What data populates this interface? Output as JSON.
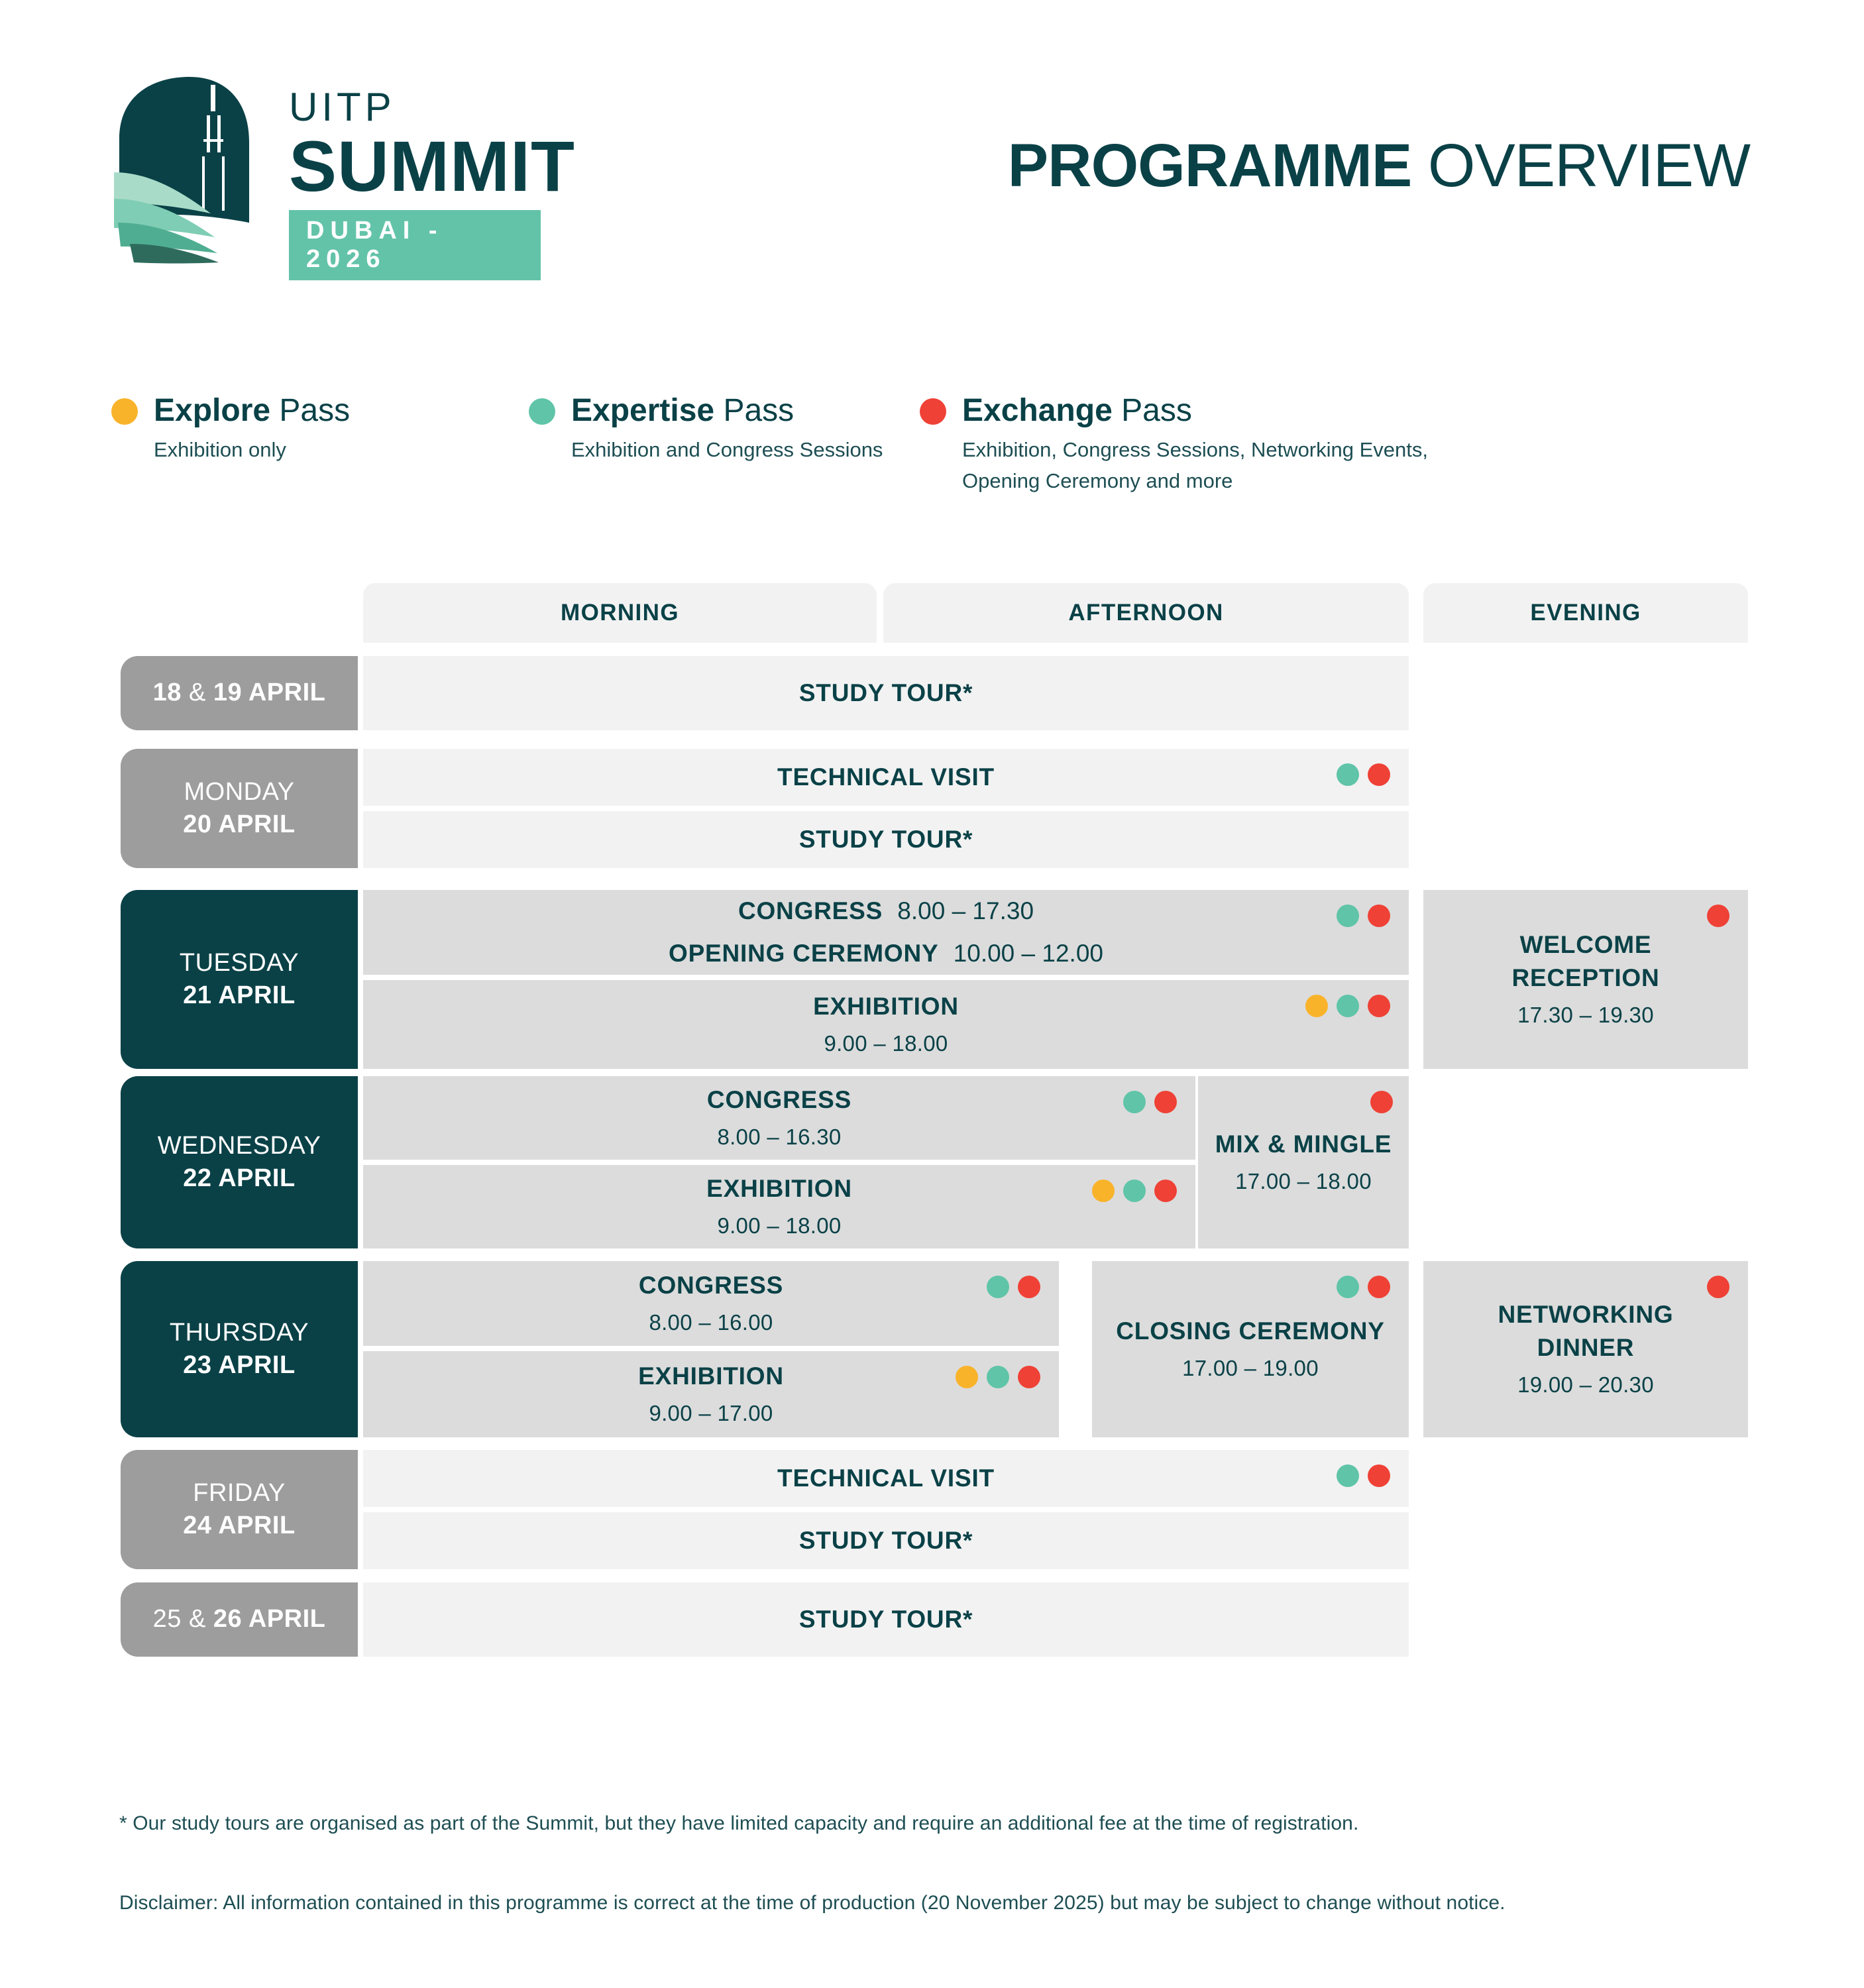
{
  "brand": {
    "logo_line1": "UITP",
    "logo_line2": "SUMMIT",
    "logo_city": "DUBAI - 2026",
    "colors": {
      "dark_teal": "#0A4147",
      "mid_teal": "#63C3A9",
      "grey_day": "#9D9D9D",
      "cell_light": "#F2F2F2",
      "cell_dark": "#DCDCDC",
      "explore": "#F9B32A",
      "expertise": "#5FC4A8",
      "exchange": "#EF4136"
    }
  },
  "header": {
    "title_bold": "PROGRAMME",
    "title_light": "OVERVIEW"
  },
  "legend": [
    {
      "name": "Explore",
      "suffix": "Pass",
      "desc": "Exhibition only",
      "color": "#F9B32A"
    },
    {
      "name": "Expertise",
      "suffix": "Pass",
      "desc": "Exhibition and Congress Sessions",
      "color": "#5FC4A8"
    },
    {
      "name": "Exchange",
      "suffix": "Pass",
      "desc": "Exhibition, Congress Sessions, Networking Events,\nOpening Ceremony and more",
      "color": "#EF4136"
    }
  ],
  "columns": [
    {
      "label": "MORNING"
    },
    {
      "label": "AFTERNOON"
    },
    {
      "label": "EVENING"
    }
  ],
  "rows": [
    {
      "day_style": "grey",
      "day_line1": "18 & 19 APRIL",
      "day_line2": "",
      "events": [
        {
          "title": "STUDY TOUR*",
          "time": "",
          "shade": "light",
          "passes": []
        }
      ]
    },
    {
      "day_style": "grey",
      "day_line1": "MONDAY",
      "day_line2": "20 APRIL",
      "events": [
        {
          "title": "TECHNICAL VISIT",
          "time": "",
          "shade": "light",
          "passes": [
            "expertise",
            "exchange"
          ]
        },
        {
          "title": "STUDY TOUR*",
          "time": "",
          "shade": "light",
          "passes": []
        }
      ]
    },
    {
      "day_style": "teal",
      "day_line1": "TUESDAY",
      "day_line2": "21 APRIL",
      "events": [
        {
          "title": "CONGRESS",
          "time": "8.00 – 17.30",
          "title2": "OPENING CEREMONY",
          "time2": "10.00 – 12.00",
          "shade": "dark",
          "passes": [
            "expertise",
            "exchange"
          ]
        },
        {
          "title": "EXHIBITION",
          "time": "9.00 – 18.00",
          "shade": "dark",
          "passes": [
            "explore",
            "expertise",
            "exchange"
          ]
        },
        {
          "title": "WELCOME RECEPTION",
          "time": "17.30 – 19.30",
          "shade": "dark",
          "passes": [
            "exchange"
          ]
        }
      ]
    },
    {
      "day_style": "teal",
      "day_line1": "WEDNESDAY",
      "day_line2": "22 APRIL",
      "events": [
        {
          "title": "CONGRESS",
          "time": "8.00 – 16.30",
          "shade": "dark",
          "passes": [
            "expertise",
            "exchange"
          ]
        },
        {
          "title": "EXHIBITION",
          "time": "9.00 – 18.00",
          "shade": "dark",
          "passes": [
            "explore",
            "expertise",
            "exchange"
          ]
        },
        {
          "title": "MIX & MINGLE",
          "time": "17.00 – 18.00",
          "shade": "dark",
          "passes": [
            "exchange"
          ]
        }
      ]
    },
    {
      "day_style": "teal",
      "day_line1": "THURSDAY",
      "day_line2": "23 APRIL",
      "events": [
        {
          "title": "CONGRESS",
          "time": "8.00 – 16.00",
          "shade": "dark",
          "passes": [
            "expertise",
            "exchange"
          ]
        },
        {
          "title": "EXHIBITION",
          "time": "9.00 – 17.00",
          "shade": "dark",
          "passes": [
            "explore",
            "expertise",
            "exchange"
          ]
        },
        {
          "title": "CLOSING CEREMONY",
          "time": "17.00 – 19.00",
          "shade": "dark",
          "passes": [
            "expertise",
            "exchange"
          ]
        },
        {
          "title": "NETWORKING DINNER",
          "time": "19.00 – 20.30",
          "shade": "dark",
          "passes": [
            "exchange"
          ]
        }
      ]
    },
    {
      "day_style": "grey",
      "day_line1": "FRIDAY",
      "day_line2": "24 APRIL",
      "events": [
        {
          "title": "TECHNICAL VISIT",
          "time": "",
          "shade": "light",
          "passes": [
            "expertise",
            "exchange"
          ]
        },
        {
          "title": "STUDY TOUR*",
          "time": "",
          "shade": "light",
          "passes": []
        }
      ]
    },
    {
      "day_style": "grey",
      "day_line1": "25 & 26 APRIL",
      "day_line2": "",
      "events": [
        {
          "title": "STUDY TOUR*",
          "time": "",
          "shade": "light",
          "passes": []
        }
      ]
    }
  ],
  "footnotes": [
    "* Our study tours are organised as part of the Summit, but they have limited capacity and require an additional fee at the time of registration.",
    "Disclaimer: All information contained in this programme is correct at the time of production (20 November 2025) but may be subject to change without notice."
  ]
}
